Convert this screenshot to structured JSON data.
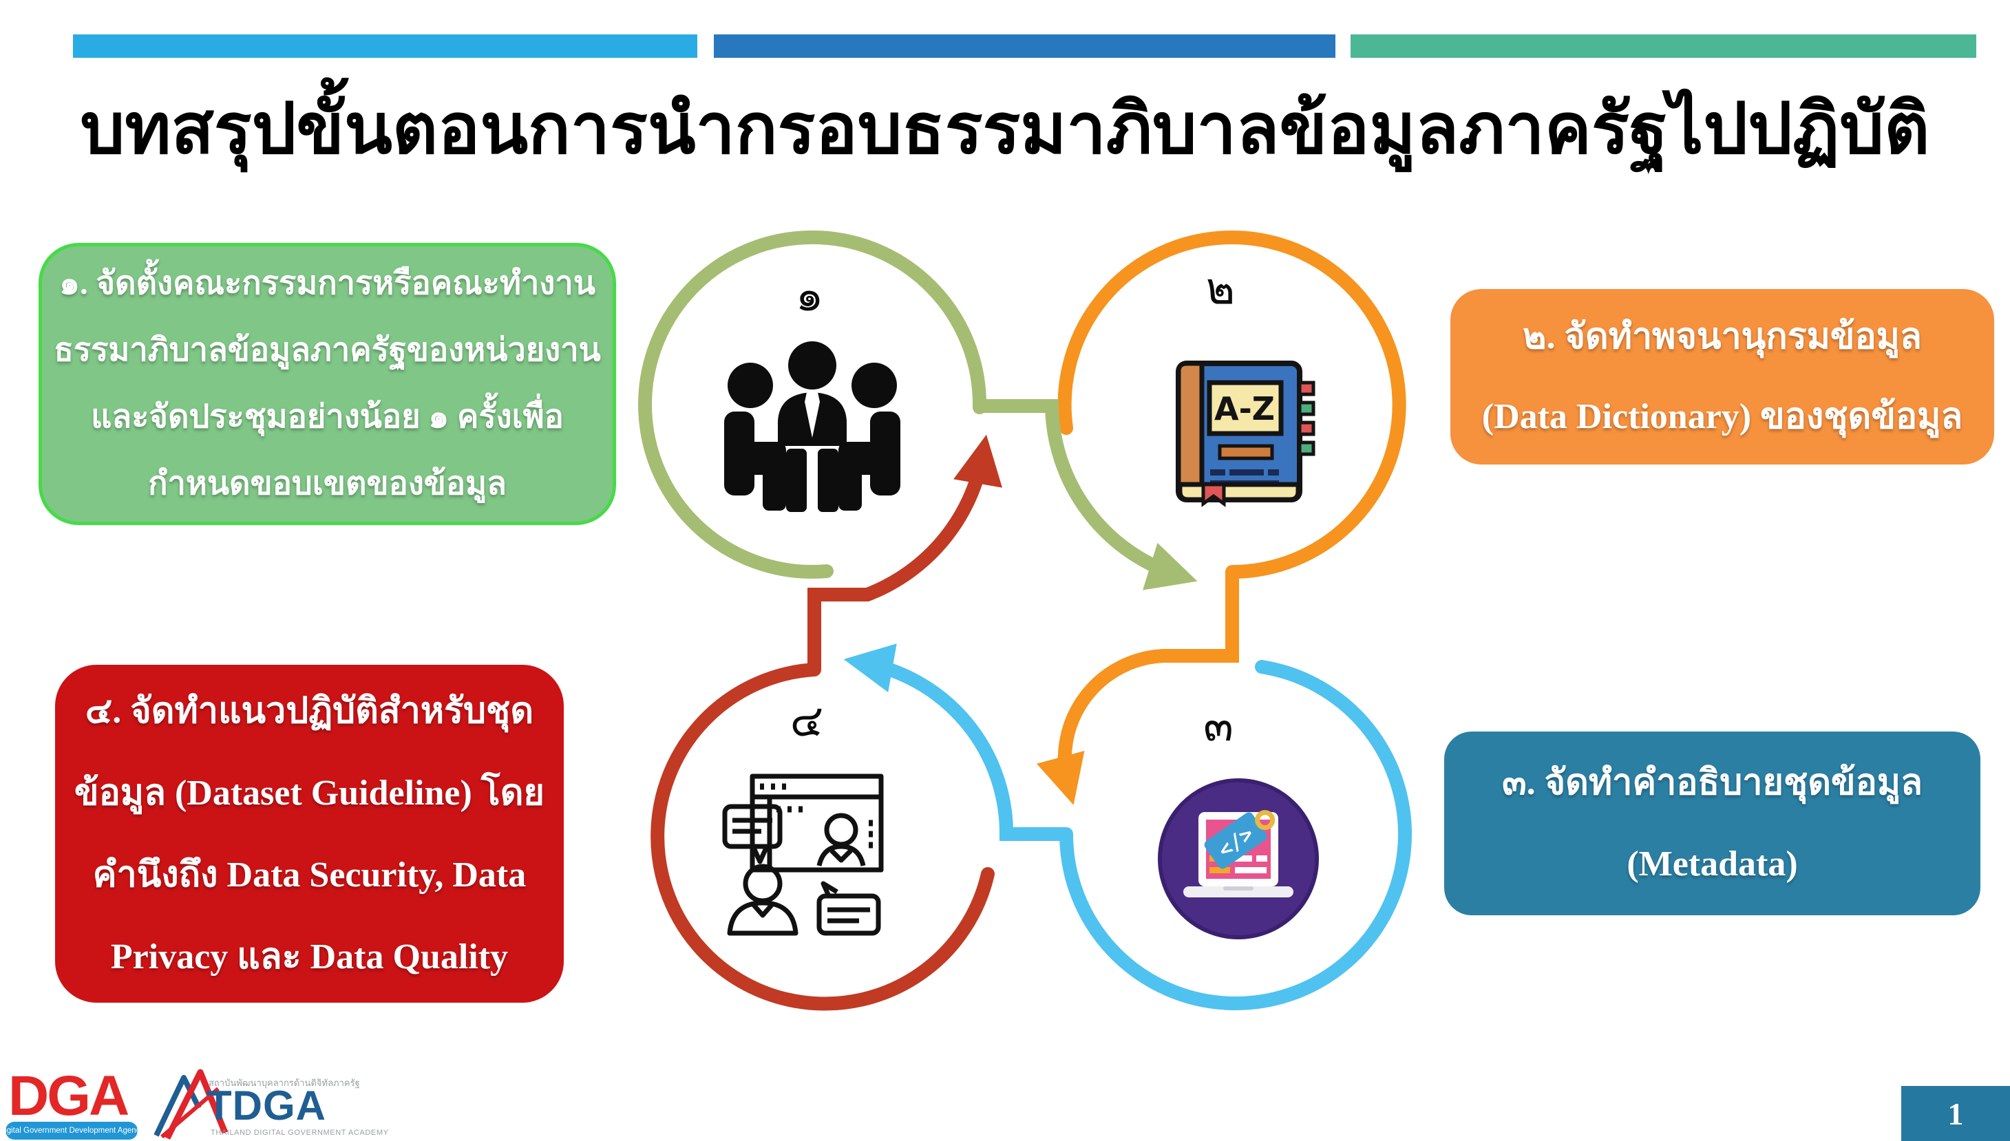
{
  "slide": {
    "title": "บทสรุปขั้นตอนการนำกรอบธรรมาภิบาลข้อมูลภาครัฐไปปฏิบัติ",
    "page_number": "1"
  },
  "top_bars": [
    {
      "name": "cyan-bar",
      "color": "#29ACE3"
    },
    {
      "name": "blue-bar",
      "color": "#2878BE"
    },
    {
      "name": "green-bar",
      "color": "#4BB795"
    }
  ],
  "steps": [
    {
      "numeral": "๑",
      "circle_color": "#A5BD72",
      "box_fill": "#7FC687",
      "box_border": "#46DB46",
      "icon": "meeting-icon",
      "lines": [
        "๑. จัดตั้งคณะกรรมการหรือคณะทำงาน",
        "ธรรมาภิบาลข้อมูลภาครัฐของหน่วยงาน",
        "และจัดประชุมอย่างน้อย ๑ ครั้งเพื่อ",
        "กำหนดขอบเขตของข้อมูล"
      ]
    },
    {
      "numeral": "๒",
      "circle_color": "#F6941F",
      "box_fill": "#F6913E",
      "icon": "dictionary-book-icon",
      "lines": [
        "๒. จัดทำพจนานุกรมข้อมูล",
        "(Data Dictionary) ของชุดข้อมูล"
      ]
    },
    {
      "numeral": "๓",
      "circle_color": "#4FC2F0",
      "box_fill": "#2B7FA3",
      "icon": "metadata-laptop-icon",
      "lines": [
        "๓. จัดทำคำอธิบายชุดข้อมูล",
        "(Metadata)"
      ]
    },
    {
      "numeral": "๔",
      "circle_color": "#C13A23",
      "box_fill": "#CB1316",
      "icon": "training-icon",
      "lines": [
        "๔. จัดทำแนวปฏิบัติสำหรับชุด",
        "ข้อมูล (Dataset Guideline) โดย",
        "คำนึงถึง Data Security, Data",
        "Privacy และ Data Quality"
      ]
    }
  ],
  "icons": {
    "dictionary_label": "A-Z",
    "metadata_tag": "</>"
  },
  "footer": {
    "dga_wordmark": "DGA",
    "dga_tagline": "Digital Government Development Agency",
    "tdga_thai": "สถาบันพัฒนาบุคลากรด้านดิจิทัลภาครัฐ",
    "tdga_wordmark": "TDGA",
    "tdga_english": "THAILAND DIGITAL GOVERNMENT ACADEMY"
  }
}
